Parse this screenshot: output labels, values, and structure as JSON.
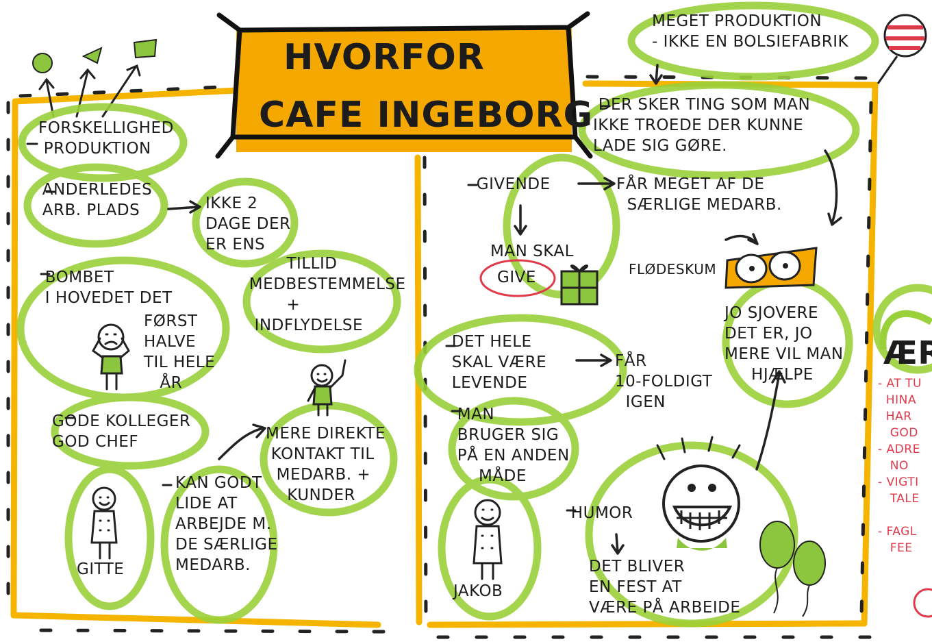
{
  "title": {
    "line1": "HVORFOR",
    "line2": "CAFE INGEBORG"
  },
  "left": {
    "forskellighed": "FORSKELLIGHED\n PRODUKTION",
    "anderledes": " ANDERLEDES\n ARB. PLADS",
    "ikke2dage": "IKKE 2\nDAGE DER\nER ENS",
    "bombet": " BOMBET\n I HOVEDET DET",
    "forst_halve": "FØRST\nHALVE\nTIL HELE\n   ÅR",
    "tillid": "        TILLID\n MEDBESTEMMELSE\n        +\n  INDFLYDELSE",
    "gode": "GODE KOLLEGER\nGOD CHEF",
    "mere_direkte": "MERE DIREKTE\n KONTAKT TIL\n  MEDARB. +\n    KUNDER",
    "kan_godt": "KAN GODT\nLIDE AT\nARBEJDE M.\nDE SÆRLIGE\nMEDARB.",
    "gitte": "GITTE"
  },
  "right": {
    "meget": "MEGET PRODUKTION\n- IKKE EN BOLSIEFABRIK",
    "der_sker": " DER SKER TING SOM MAN\nIKKE TROEDE DER KUNNE\nLADE SIG GØRE.",
    "givende": " GIVENDE",
    "faar_meget": "FÅR MEGET AF DE\n  SÆRLIGE MEDARB.",
    "man_skal": "MAN SKAL",
    "give": "GIVE",
    "flodeskum": "FLØDESKUM",
    "jo_sjovere": "JO SJOVERE\nDET ER, JO\nMERE VIL MAN\n     HJÆLPE",
    "det_hele": " DET HELE\n SKAL VÆRE\n LEVENDE",
    "faar_10": "FÅR\n10-FOLDIGT\n  IGEN",
    "man_bruger": " MAN\n BRUGER SIG\n PÅ EN ANDEN\n     MÅDE",
    "humor": " HUMOR",
    "det_bliver": "DET BLIVER\nEN FEST AT\nVÆRE PÅ ARBEIDE",
    "jakob": "JAKOB"
  },
  "cutoff": {
    "heading": "ÆRI",
    "notes": "- AT TU\n  HINA\n  HAR\n   GOD\n- ADRE\n   NO\n- VIGTI\n   TALE\n\n- FAGL\n   FEE"
  }
}
